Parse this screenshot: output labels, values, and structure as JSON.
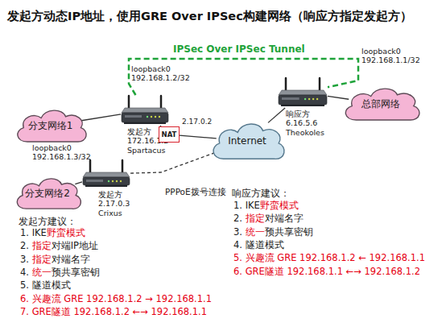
{
  "diagram": {
    "title": "发起方动态IP地址，使用GRE Over IPSec构建网络（响应方指定发起方）",
    "nodes": [
      {
        "text": [
          "分支网络1"
        ]
      },
      {
        "text": [
          "发起方 172.16.1.2 Spartacus"
        ]
      },
      {
        "text": [
          "NAT"
        ]
      },
      {
        "text": [
          "Internet"
        ]
      },
      {
        "text": [
          "响应方 6.16.5.6 Theokoles"
        ]
      },
      {
        "text": [
          "总部网络"
        ]
      },
      {
        "text": [
          "分支网络2"
        ]
      },
      {
        "text": [
          "发起方 2.17.0.3 Crixus"
        ]
      }
    ],
    "edges": [
      {
        "from": 1,
        "to": 4,
        "arrow": "none",
        "label": "IPSec Over IPSec Tunnel"
      },
      {
        "from": 0,
        "to": 1,
        "arrow": "none"
      },
      {
        "from": 1,
        "to": 2,
        "arrow": "none"
      },
      {
        "from": 2,
        "to": 3,
        "arrow": "none",
        "label": "2.17.0.2"
      },
      {
        "from": 3,
        "to": 4,
        "arrow": "none"
      },
      {
        "from": 4,
        "to": 5,
        "arrow": "none"
      },
      {
        "from": 6,
        "to": 7,
        "arrow": "none"
      },
      {
        "from": 7,
        "to": 3,
        "arrow": "none",
        "label": "PPPoE拨号连接"
      }
    ],
    "labels": [
      "loopback0 192.168.1.1/32",
      "loopback0 192.168.1.2/32",
      "loopback0 192.168.1.3/32",
      "响应方建议：",
      "1. IKE野蛮模式",
      "2. 指定对端名字",
      "3. 统一预共享密钥",
      "4. 隧道模式",
      "5. 兴趣流 GRE 192.168.1.2 ← 192.168.1.1",
      "6. GRE隧道 192.168.1.1 ←→ 192.168.1.2",
      "发起方建议：",
      "1. IKE野蛮模式",
      "2. 指定对端IP地址",
      "3. 指定对端名字",
      "4. 统一预共享密钥",
      "5. 隧道模式",
      "6. 兴趣流 GRE 192.168.1.2 → 192.168.1.1",
      "7. GRE隧道 192.168.1.2 ←→ 192.168.1.1"
    ]
  }
}
